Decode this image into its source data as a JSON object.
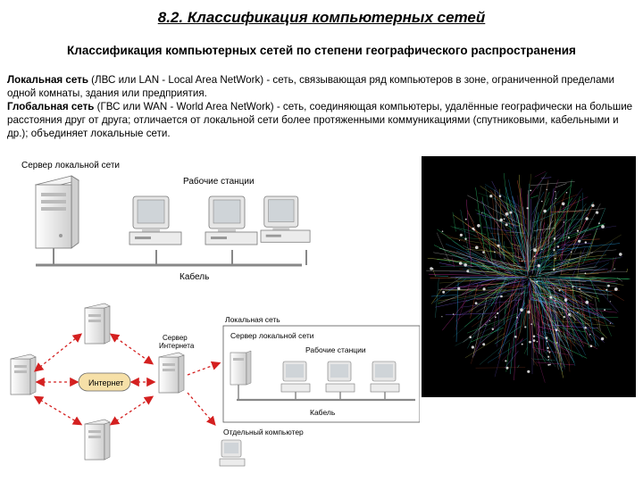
{
  "slide": {
    "title": "8.2. Классификация компьютерных сетей",
    "subtitle": "Классификация компьютерных сетей по степени географического распространения"
  },
  "lan_def": {
    "term": "Локальная сеть",
    "text": " (ЛВС или LAN - Local Area NetWork) - сеть, связывающая ряд компьютеров в зоне, ограниченной пределами одной комнаты, здания или предприятия."
  },
  "wan_def": {
    "term": "Глобальная сеть",
    "text": " (ГВС или WAN - World Area NetWork) - сеть, соединяющая компьютеры, удалённые географически на большие расстояния друг от друга; отличается от локальной сети более протяженными коммуникациями (спутниковыми, кабельными и др.); объединяет локальные сети."
  },
  "lan_diagram": {
    "server_label": "Сервер локальной сети",
    "workstations_label": "Рабочие станции",
    "cable_label": "Кабель"
  },
  "wan_diagram": {
    "internet_label": "Интернет",
    "internet_server_label_line1": "Сервер",
    "internet_server_label_line2": "Интернета",
    "lan_box_label": "Локальная сеть",
    "server_label": "Сервер локальной сети",
    "workstations_label": "Рабочие станции",
    "cable_label": "Кабель",
    "standalone_label": "Отдельный компьютер"
  },
  "colors": {
    "arrow_red": "#d42020",
    "internet_fill": "#f6e0a8",
    "pc_body": "#e8e8e8"
  }
}
